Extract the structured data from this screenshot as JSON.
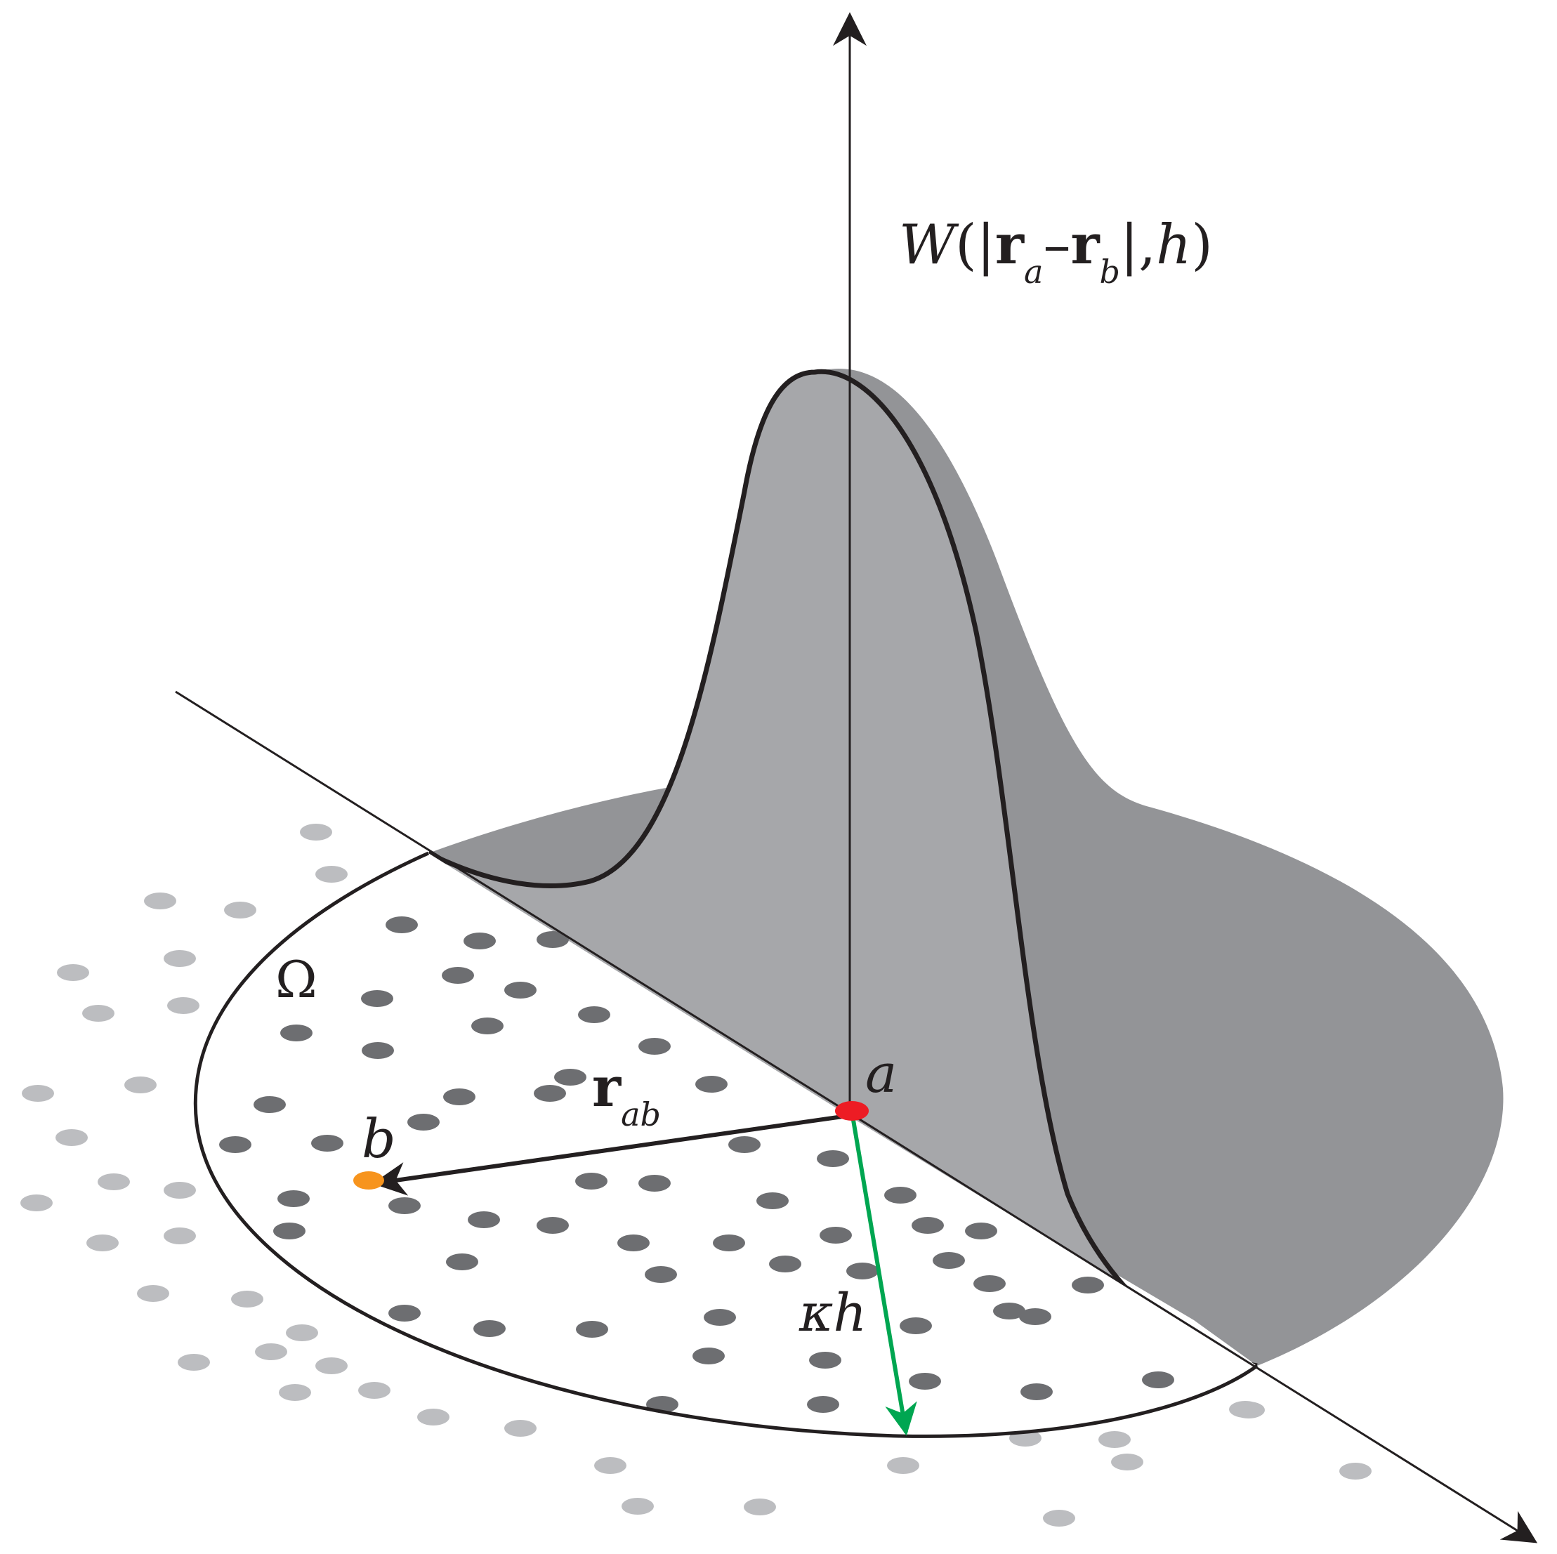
{
  "labels": {
    "w_W": "W",
    "w_open": "(|",
    "w_r1": "r",
    "w_sub_a": "a",
    "w_minus": "–",
    "w_r2": "r",
    "w_sub_b": "b",
    "w_close": "|,",
    "w_h": "h",
    "w_paren": ")",
    "omega": "Ω",
    "point_a": "a",
    "point_b": "b",
    "r_main": "r",
    "r_sub": "ab",
    "kappa_h": "κh"
  },
  "colors": {
    "stroke": "#231f20",
    "surface_light": "#a6a7aa",
    "surface_dark": "#939497",
    "particle_inside": "#6d6e71",
    "particle_outside": "#bcbdc0",
    "point_a": "#ed1c24",
    "point_b": "#f7941d",
    "radius_arrow": "#00a651"
  }
}
